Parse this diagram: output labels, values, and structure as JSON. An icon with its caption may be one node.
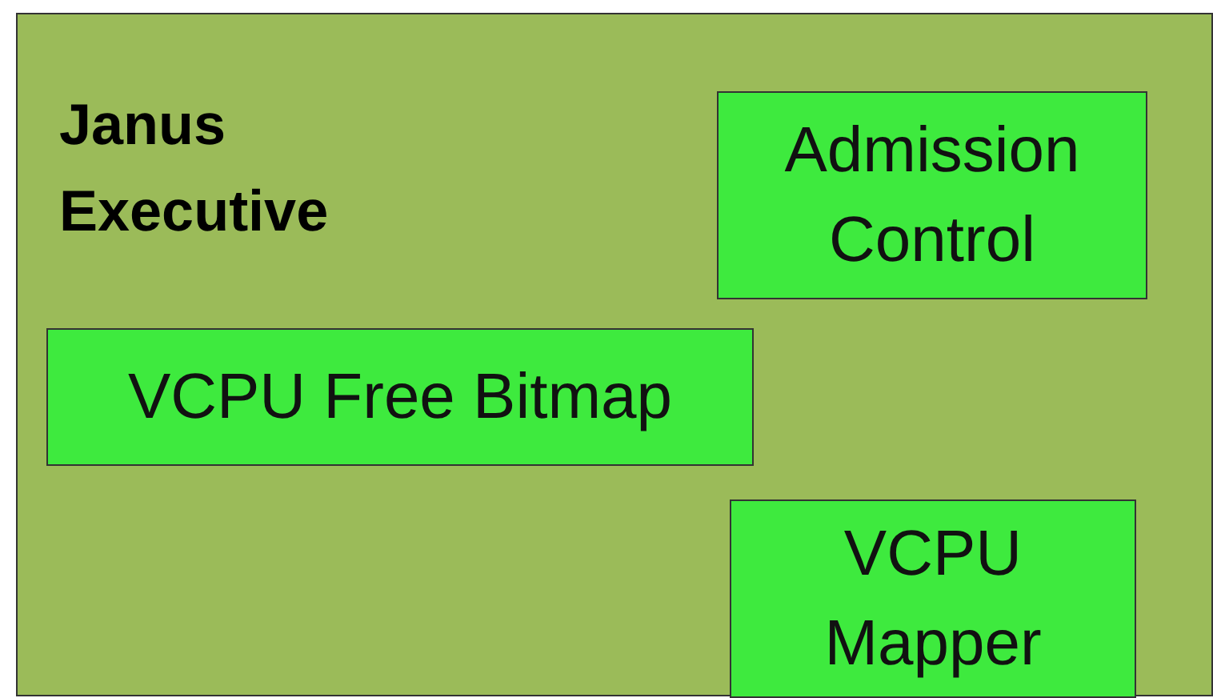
{
  "diagram": {
    "nodes": [
      {
        "text": [
          "Janus Executive"
        ]
      },
      {
        "text": [
          "Admission Control"
        ],
        "in": 0
      },
      {
        "text": [
          "VCPU Free Bitmap"
        ],
        "in": 0
      },
      {
        "text": [
          "VCPU Mapper"
        ],
        "in": 0
      }
    ]
  }
}
